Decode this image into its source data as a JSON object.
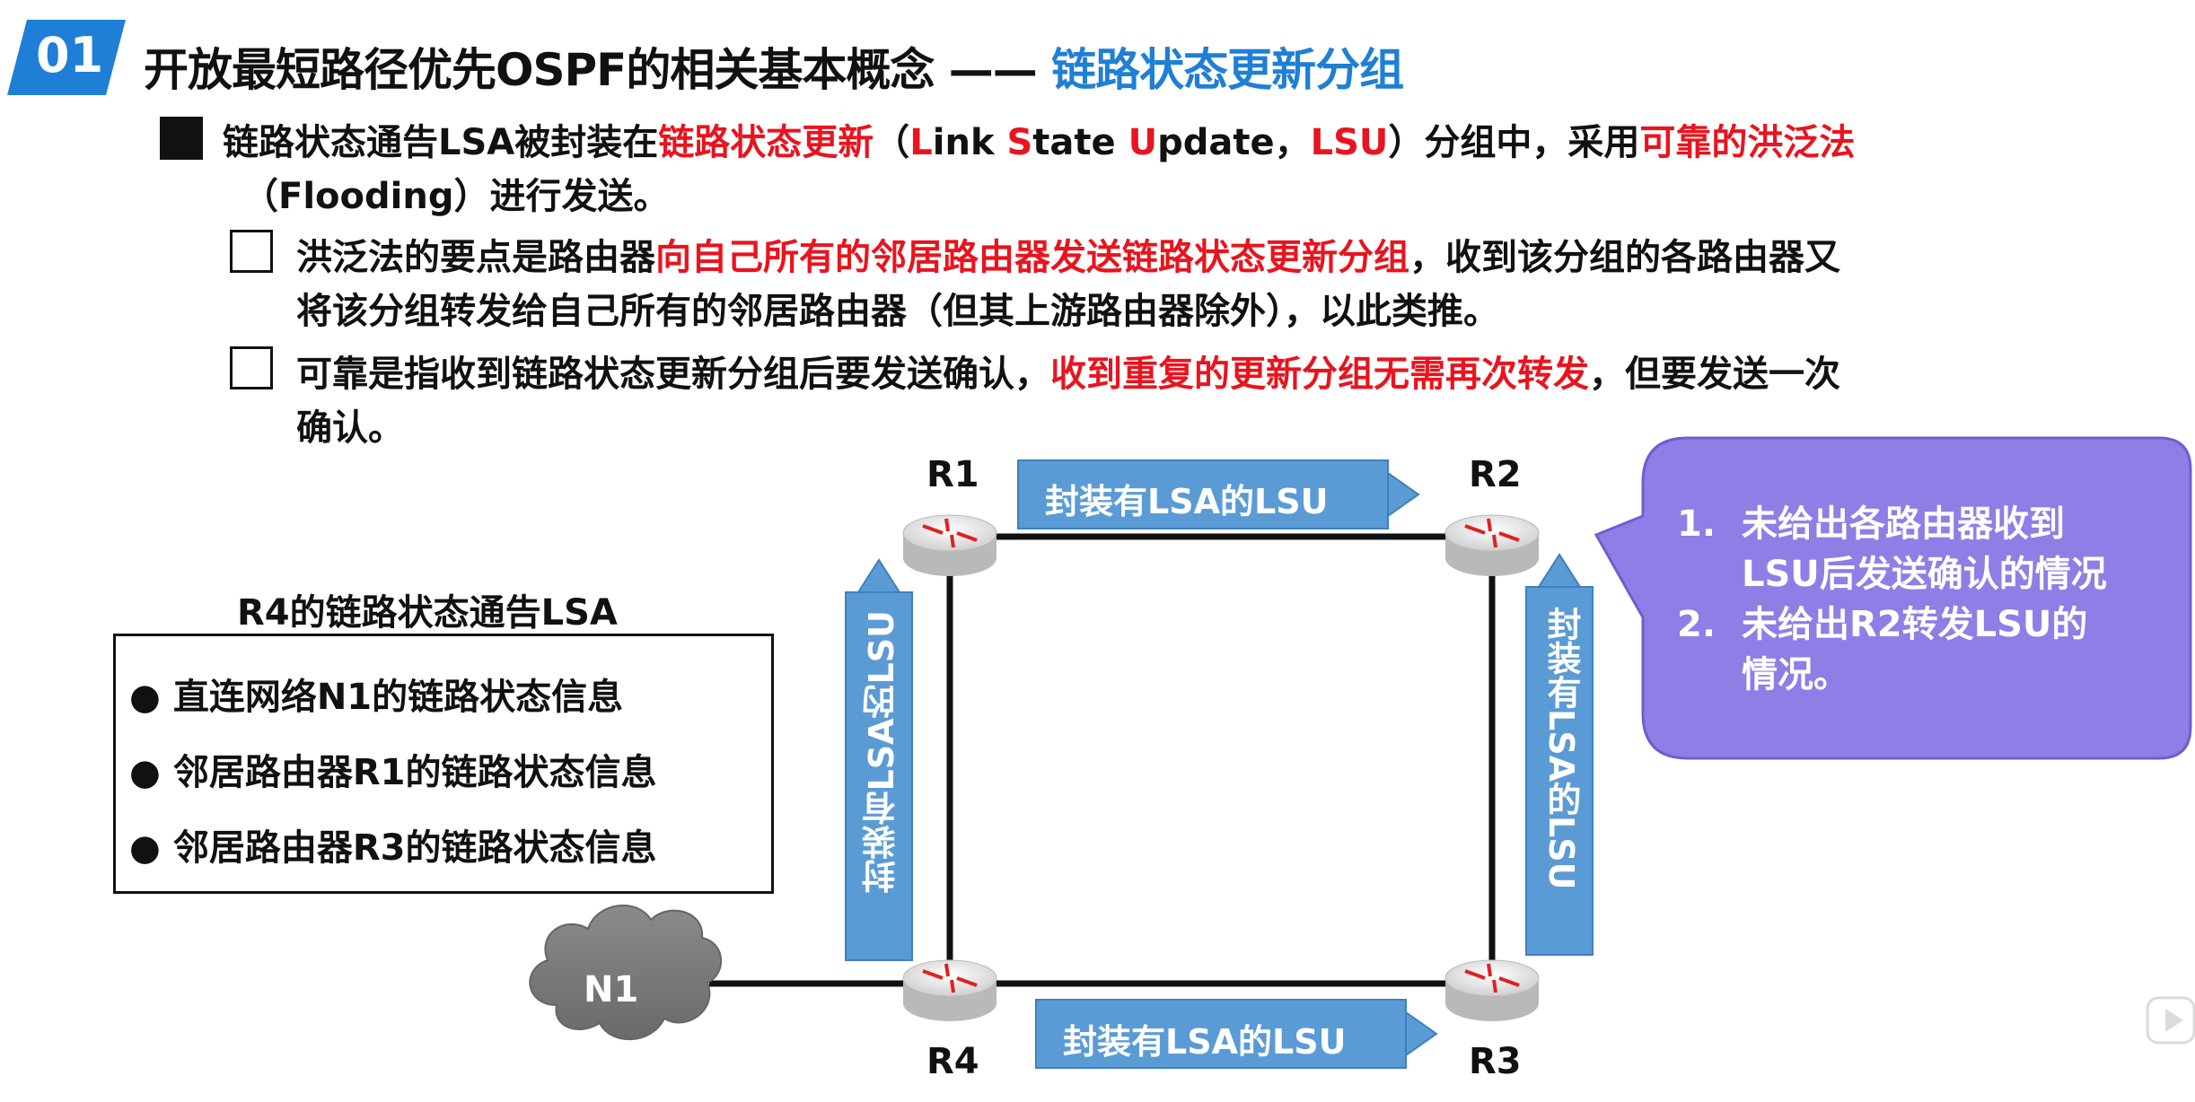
{
  "header": {
    "number": "01",
    "title_main": "开放最短路径优先OSPF的相关基本概念 —— ",
    "title_accent": "链路状态更新分组"
  },
  "bullet_main": {
    "line1_parts": [
      {
        "text": "链路状态通告LSA被封装在",
        "red": false
      },
      {
        "text": "链路状态更新",
        "red": true
      },
      {
        "text": "（",
        "red": false
      },
      {
        "text": "L",
        "red": true
      },
      {
        "text": "ink ",
        "red": false
      },
      {
        "text": "S",
        "red": true
      },
      {
        "text": "tate ",
        "red": false
      },
      {
        "text": "U",
        "red": true
      },
      {
        "text": "pdate，",
        "red": false
      },
      {
        "text": "LSU",
        "red": true
      },
      {
        "text": "）分组中，采用",
        "red": false
      },
      {
        "text": "可靠的洪泛法",
        "red": true
      }
    ],
    "line2": "（Flooding）进行发送。"
  },
  "sub_bullet_1": {
    "line1_parts": [
      {
        "text": "洪泛法的要点是路由器",
        "red": false
      },
      {
        "text": "向自己所有的邻居路由器发送链路状态更新分组",
        "red": true
      },
      {
        "text": "，收到该分组的各路由器又",
        "red": false
      }
    ],
    "line2": "将该分组转发给自己所有的邻居路由器（但其上游路由器除外），以此类推。"
  },
  "sub_bullet_2": {
    "line1_parts": [
      {
        "text": "可靠是指收到链路状态更新分组后要发送确认，",
        "red": false
      },
      {
        "text": "收到重复的更新分组无需再次转发",
        "red": true
      },
      {
        "text": "，但要发送一次",
        "red": false
      }
    ],
    "line2": "确认。"
  },
  "diagram": {
    "routers": {
      "r1": "R1",
      "r2": "R2",
      "r3": "R3",
      "r4": "R4"
    },
    "network": "N1",
    "arrow_label_top": "封装有LSA的LSU",
    "arrow_label_bottom": "封装有LSA的LSU",
    "arrow_label_left": "封装有LSA的LSU",
    "arrow_label_right": "封装有LSA的LSU",
    "lsa_box": {
      "title": "R4的链路状态通告LSA",
      "items": [
        "直连网络N1的链路状态信息",
        "邻居路由器R1的链路状态信息",
        "邻居路由器R3的链路状态信息"
      ]
    },
    "note": {
      "items": [
        {
          "num": "1.",
          "line1": "未给出各路由器收到",
          "line2": "LSU后发送确认的情况"
        },
        {
          "num": "2.",
          "line1": "未给出R2转发LSU的",
          "line2": "情况。"
        }
      ]
    }
  },
  "colors": {
    "accent_blue": "#1f7fd6",
    "highlight_red": "#e8141e",
    "arrow_blue": "#5b9bd5",
    "note_purple": "#8f7ee6",
    "cloud_gray": "#7f7f7f"
  }
}
